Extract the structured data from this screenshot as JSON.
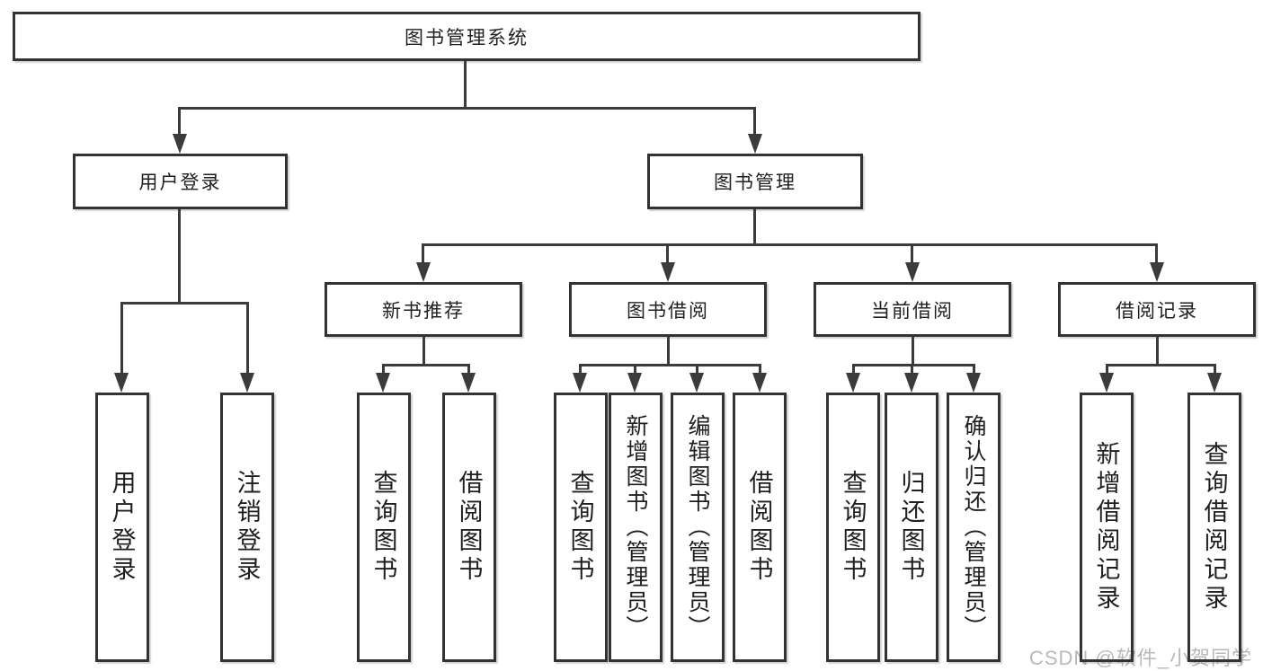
{
  "diagram": {
    "type": "hierarchy-tree",
    "title": "图书管理系统",
    "colors": {
      "background": "#ffffff",
      "box_border": "#333333",
      "line": "#3b3b3b",
      "text": "#1f1f1f",
      "watermark": "#b9b9b9"
    },
    "root": {
      "label": "图书管理系统"
    },
    "level1": [
      {
        "label": "用户登录",
        "parent": "图书管理系统"
      },
      {
        "label": "图书管理",
        "parent": "图书管理系统"
      }
    ],
    "level2": [
      {
        "label": "新书推荐",
        "parent": "图书管理"
      },
      {
        "label": "图书借阅",
        "parent": "图书管理"
      },
      {
        "label": "当前借阅",
        "parent": "图书管理"
      },
      {
        "label": "借阅记录",
        "parent": "图书管理"
      }
    ],
    "leaves": [
      {
        "label": "用户登录",
        "parent": "用户登录"
      },
      {
        "label": "注销登录",
        "parent": "用户登录"
      },
      {
        "label": "查询图书",
        "parent": "新书推荐"
      },
      {
        "label": "借阅图书",
        "parent": "新书推荐"
      },
      {
        "label": "查询图书",
        "parent": "图书借阅"
      },
      {
        "label": "新增图书（管理员）",
        "parent": "图书借阅"
      },
      {
        "label": "编辑图书（管理员）",
        "parent": "图书借阅"
      },
      {
        "label": "借阅图书",
        "parent": "图书借阅"
      },
      {
        "label": "查询图书",
        "parent": "当前借阅"
      },
      {
        "label": "归还图书",
        "parent": "当前借阅"
      },
      {
        "label": "确认归还（管理员）",
        "parent": "当前借阅"
      },
      {
        "label": "新增借阅记录",
        "parent": "借阅记录"
      },
      {
        "label": "查询借阅记录",
        "parent": "借阅记录"
      }
    ],
    "watermark": "CSDN @软件_小贺同学"
  }
}
